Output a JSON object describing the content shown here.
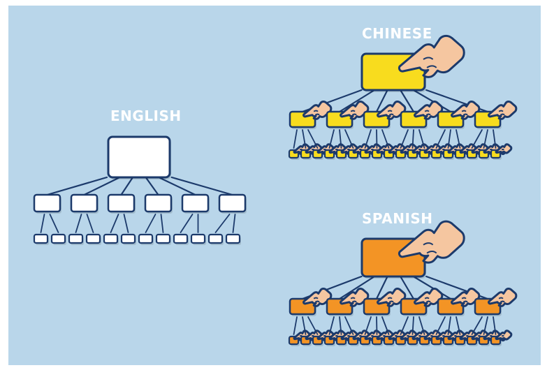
{
  "background_color": "#b9d6ea",
  "outline_color": "#1c3a6b",
  "diagrams": {
    "english": {
      "title": "ENGLISH",
      "fill_color": "#ffffff",
      "pointing_hands": false,
      "children": 6,
      "grandchildren_per_child": 2
    },
    "chinese": {
      "title": "CHINESE",
      "fill_color": "#f8dc1e",
      "pointing_hands": true,
      "children": 6,
      "grandchildren_per_child": 3
    },
    "spanish": {
      "title": "SPANISH",
      "fill_color": "#f39425",
      "pointing_hands": true,
      "children": 6,
      "grandchildren_per_child": 3
    }
  },
  "icons": {
    "hand": "pointing-hand-icon"
  }
}
